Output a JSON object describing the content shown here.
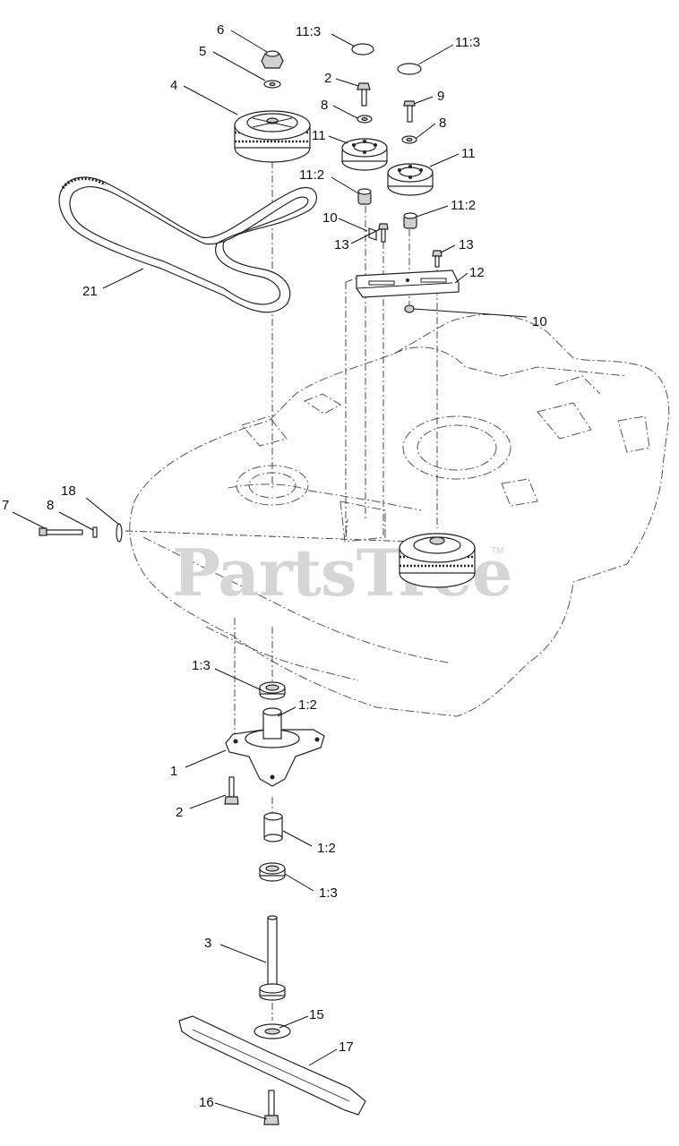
{
  "watermark": {
    "text": "PartsTree",
    "trademark": "TM"
  },
  "callouts": {
    "c1": "1",
    "c1_2a": "1:2",
    "c1_2b": "1:2",
    "c1_3a": "1:3",
    "c1_3b": "1:3",
    "c2a": "2",
    "c2b": "2",
    "c3": "3",
    "c4": "4",
    "c5": "5",
    "c6": "6",
    "c7": "7",
    "c8a": "8",
    "c8b": "8",
    "c8c": "8",
    "c9": "9",
    "c10a": "10",
    "c10b": "10",
    "c11a": "11",
    "c11b": "11",
    "c11_2a": "11:2",
    "c11_2b": "11:2",
    "c11_3a": "11:3",
    "c11_3b": "11:3",
    "c12": "12",
    "c13a": "13",
    "c13b": "13",
    "c15": "15",
    "c16": "16",
    "c17": "17",
    "c18": "18",
    "c21": "21"
  }
}
